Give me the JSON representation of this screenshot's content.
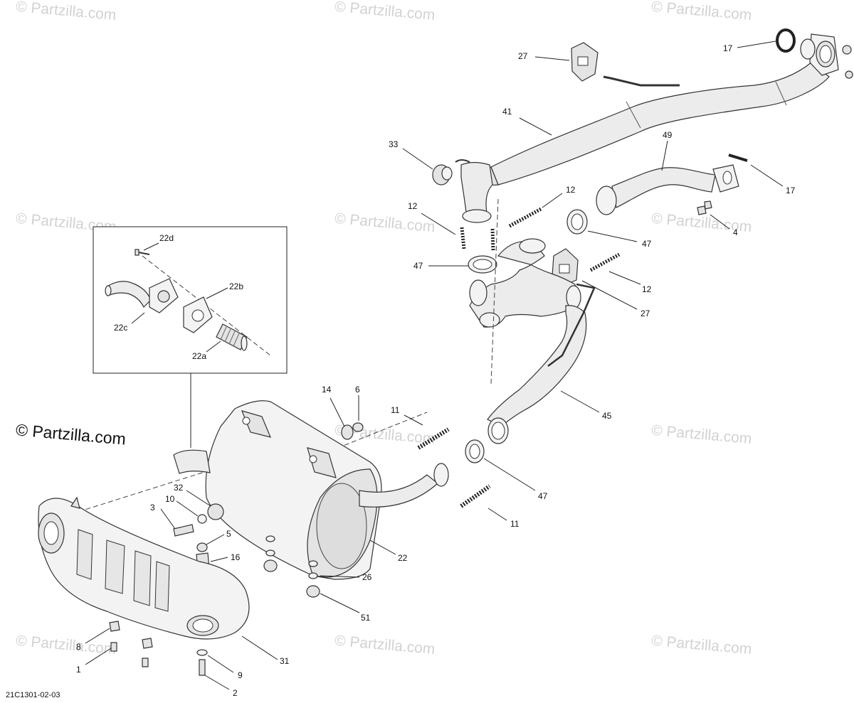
{
  "watermark": "© Partzilla.com",
  "watermark_main": "© Partzilla.com",
  "diagram_ref": "21C1301-02-03",
  "inset": {
    "labels": {
      "d22": "22d",
      "b22": "22b",
      "c22": "22c",
      "a22": "22a"
    }
  },
  "callouts": {
    "c17a": "17",
    "c27a": "27",
    "c41": "41",
    "c33": "33",
    "c49": "49",
    "c17b": "17",
    "c12a": "12",
    "c12b": "12",
    "c4": "4",
    "c47a": "47",
    "c47b": "47",
    "c12c": "12",
    "c27b": "27",
    "c14": "14",
    "c6": "6",
    "c11a": "11",
    "c45": "45",
    "c47c": "47",
    "c11b": "11",
    "c32": "32",
    "c10": "10",
    "c3": "3",
    "c5": "5",
    "c16": "16",
    "c22": "22",
    "c26": "26",
    "c51": "51",
    "c8": "8",
    "c1": "1",
    "c31": "31",
    "c9": "9",
    "c2": "2"
  }
}
